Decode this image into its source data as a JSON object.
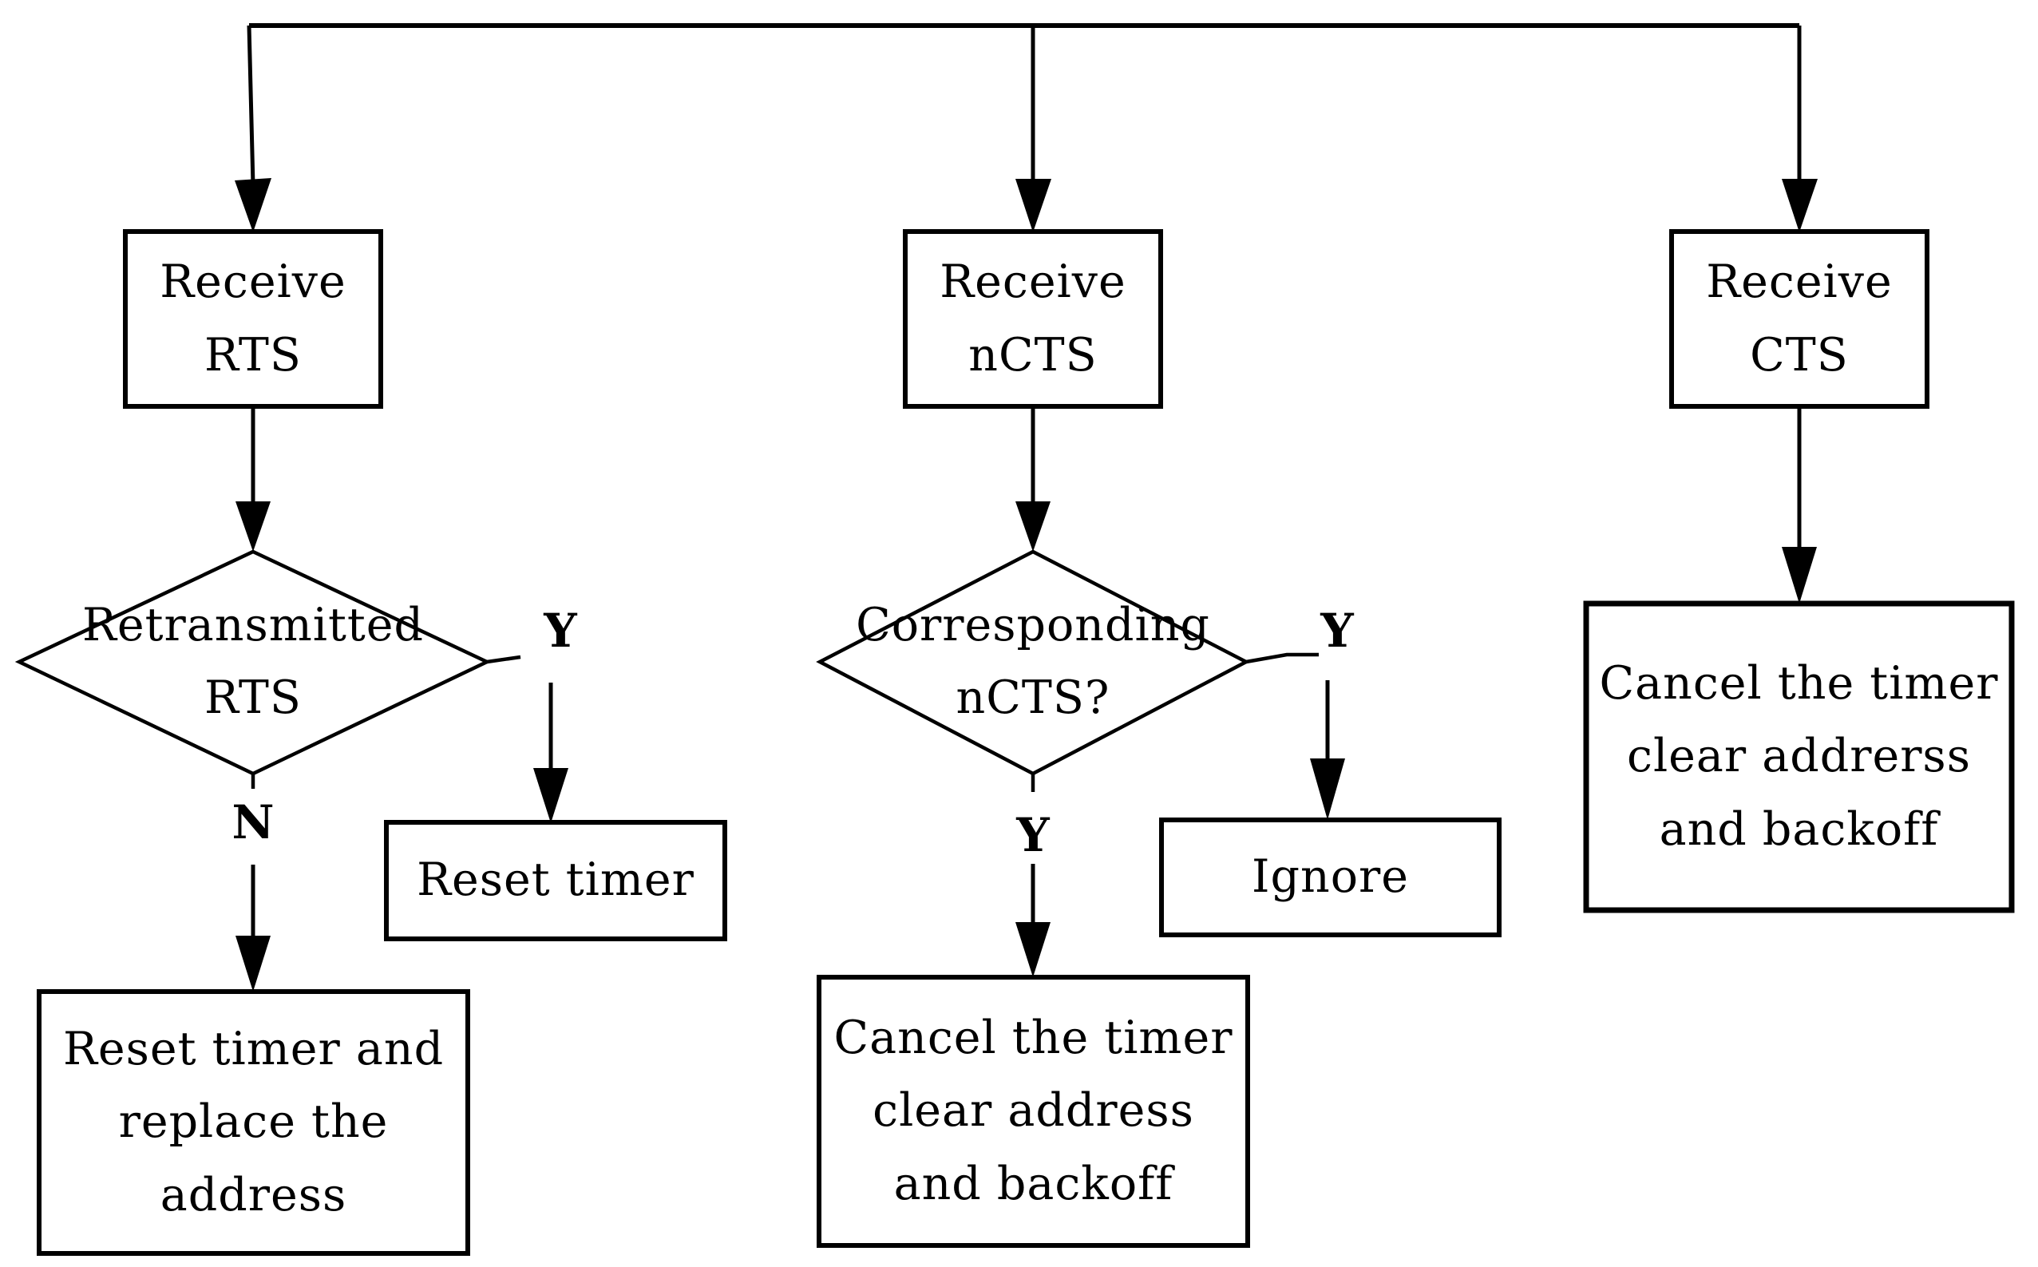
{
  "figure": {
    "type": "flowchart",
    "background_color": "#ffffff",
    "line_color": "#000000"
  },
  "nodes": {
    "receive_rts": "Receive\nRTS",
    "retransmitted_rts": "Retransmitted\nRTS",
    "reset_timer": "Reset timer",
    "reset_timer_replace": "Reset timer and\nreplace the\naddress",
    "receive_ncts": "Receive\nnCTS",
    "corresponding_ncts": "Corresponding\nnCTS?",
    "ignore": "Ignore",
    "cancel_clear_address": "Cancel the timer\nclear address\nand backoff",
    "receive_cts": "Receive\nCTS",
    "cancel_clear_addrerss": "Cancel the timer\nclear addrerss\nand backoff"
  },
  "labels": {
    "rts_yes": "Y",
    "rts_no": "N",
    "ncts_yes_right": "Y",
    "ncts_yes_down": "Y"
  }
}
